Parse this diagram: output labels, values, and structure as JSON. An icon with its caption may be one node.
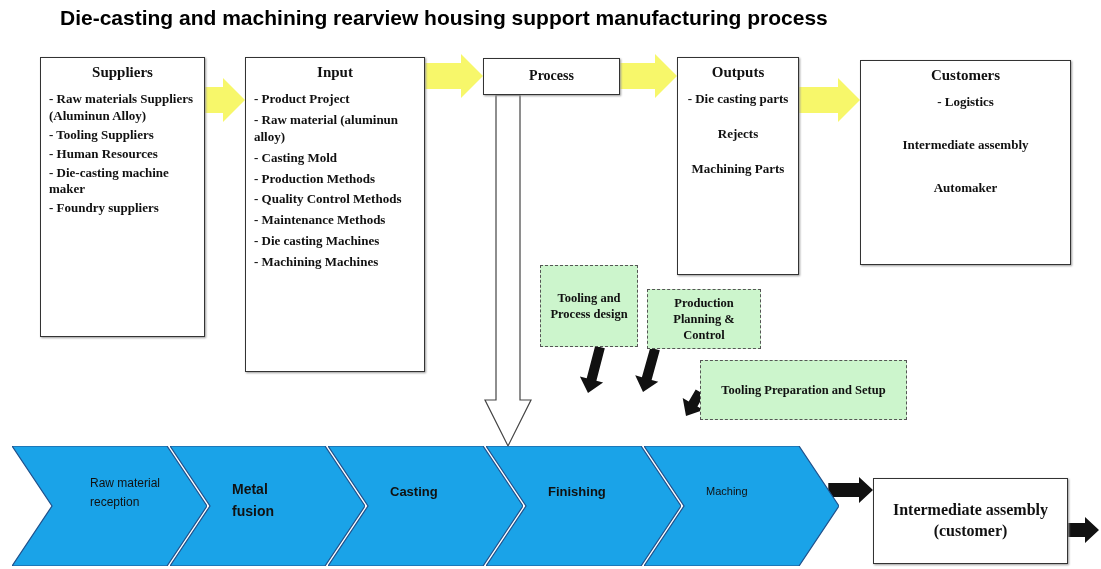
{
  "diagram": {
    "title": "Die-casting and machining rearview housing support manufacturing process",
    "nodes": [
      {
        "text": [
          "Suppliers",
          "- Raw materials Suppliers (Aluminun Alloy)",
          "- Tooling Suppliers",
          "- Human Resources",
          "- Die-casting machine maker",
          "- Foundry suppliers"
        ]
      },
      {
        "text": [
          "Input",
          "- Product Project",
          "- Raw material (aluminun alloy)",
          "- Casting Mold",
          "- Production Methods",
          "- Quality Control Methods",
          "- Maintenance Methods",
          "- Die casting Machines",
          "- Machining Machines"
        ]
      },
      {
        "text": [
          "Process"
        ]
      },
      {
        "text": [
          "Outputs",
          "- Die casting parts",
          "Rejects",
          "Machining Parts"
        ]
      },
      {
        "text": [
          "Customers",
          "- Logistics",
          "Intermediate assembly",
          "Automaker"
        ]
      },
      {
        "text": [
          "Tooling and Process design"
        ]
      },
      {
        "text": [
          "Production Planning & Control"
        ]
      },
      {
        "text": [
          "Tooling Preparation and Setup"
        ]
      },
      {
        "text": [
          "Raw material reception"
        ]
      },
      {
        "text": [
          "Metal fusion"
        ]
      },
      {
        "text": [
          "Casting"
        ]
      },
      {
        "text": [
          "Finishing"
        ]
      },
      {
        "text": [
          "Maching"
        ]
      },
      {
        "text": [
          "Intermediate assembly (customer)"
        ]
      }
    ],
    "edges": [
      {
        "from": 0,
        "to": 1,
        "arrow": "to",
        "style": "thick",
        "color": "#f7f76a"
      },
      {
        "from": 1,
        "to": 2,
        "arrow": "to",
        "style": "thick",
        "color": "#f7f76a"
      },
      {
        "from": 2,
        "to": 3,
        "arrow": "to",
        "style": "thick",
        "color": "#f7f76a"
      },
      {
        "from": 3,
        "to": 4,
        "arrow": "to",
        "style": "thick",
        "color": "#f7f76a"
      },
      {
        "from": 2,
        "to": 10,
        "arrow": "to",
        "style": "thick",
        "color": "#ffffff"
      },
      {
        "from": 5,
        "to": null,
        "arrow": "to",
        "style": "thick"
      },
      {
        "from": 6,
        "to": null,
        "arrow": "to",
        "style": "thick"
      },
      {
        "from": 7,
        "to": null,
        "arrow": "to",
        "style": "thick"
      },
      {
        "from": 12,
        "to": 13,
        "arrow": "to",
        "style": "thick"
      },
      {
        "from": 13,
        "to": null,
        "arrow": "to",
        "style": "thick"
      }
    ]
  }
}
